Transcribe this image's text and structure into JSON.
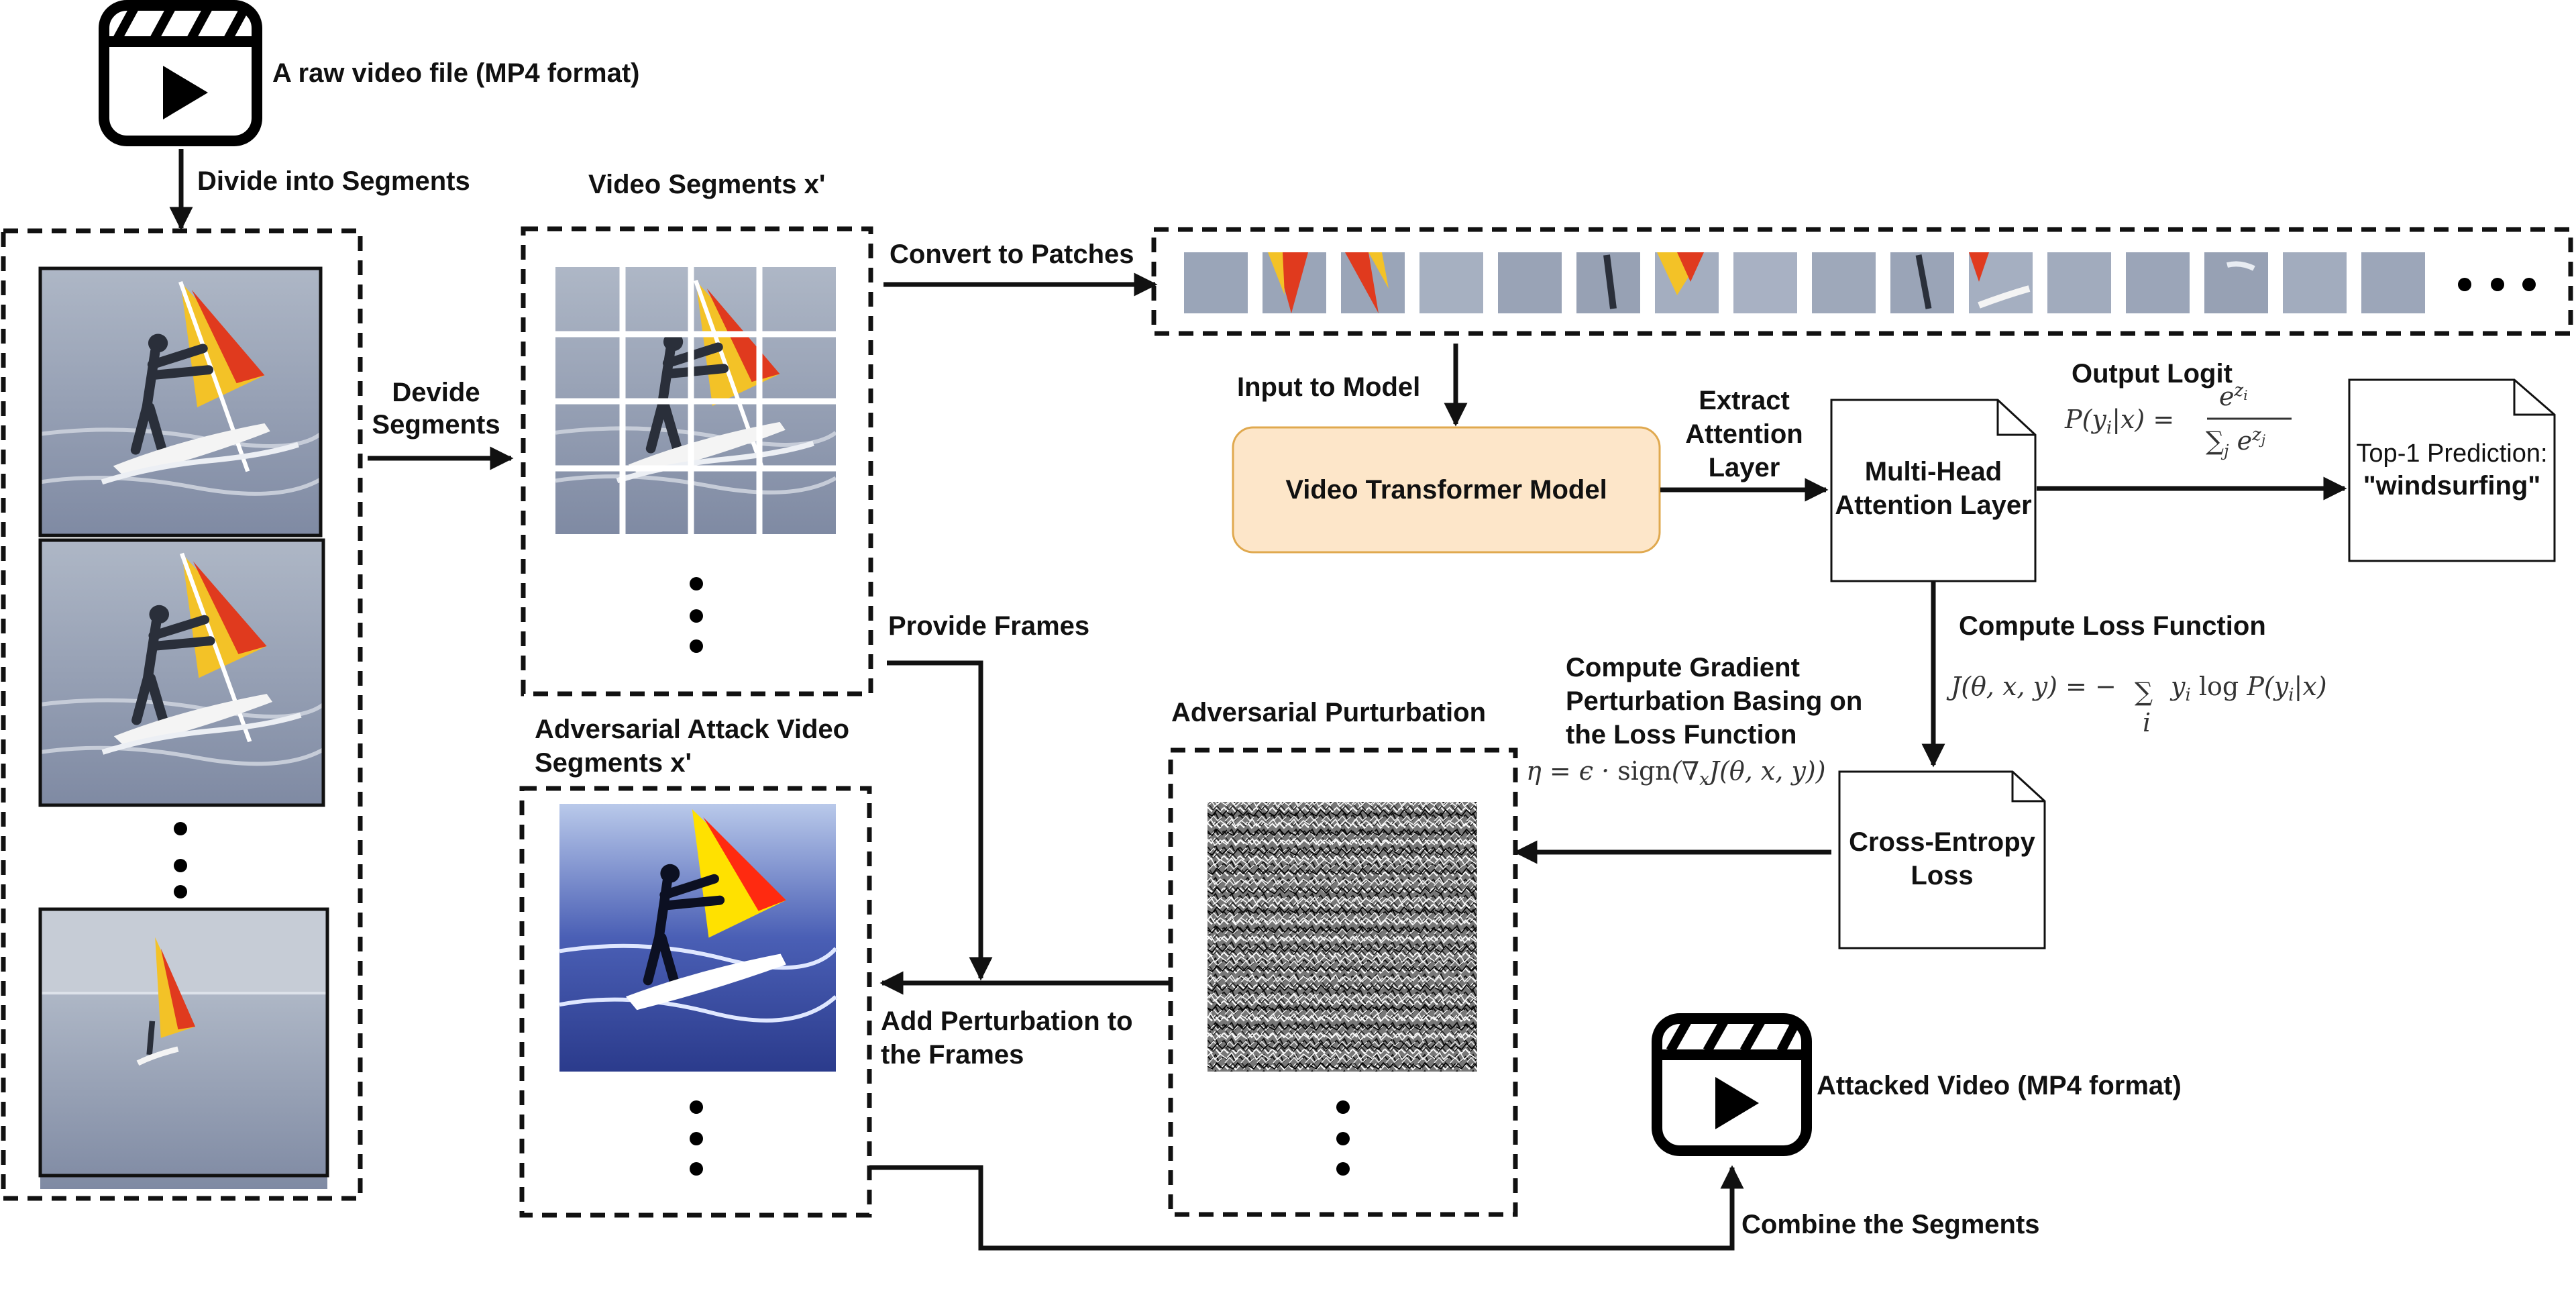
{
  "labels": {
    "raw_video": "A raw video file (MP4 format)",
    "divide_into_segments": "Divide into Segments",
    "devide_line1": "Devide",
    "devide_line2": "Segments",
    "video_segments": "Video Segments x'",
    "convert_to_patches": "Convert to Patches",
    "input_to_model": "Input to Model",
    "video_transformer": "Video Transformer Model",
    "extract_line1": "Extract",
    "extract_line2": "Attention",
    "extract_line3": "Layer",
    "mha_line1": "Multi-Head",
    "mha_line2": "Attention Layer",
    "output_logit": "Output Logit",
    "top1_line1": "Top-1 Prediction:",
    "top1_line2": "\"windsurfing\"",
    "provide_frames": "Provide Frames",
    "compute_loss": "Compute Loss Function",
    "compute_grad_line1": "Compute Gradient",
    "compute_grad_line2": "Perturbation Basing on",
    "compute_grad_line3": "the Loss Function",
    "adv_attack_line1": "Adversarial Attack Video",
    "adv_attack_line2": "Segments x'",
    "adv_perturbation": "Adversarial Purturbation",
    "ce_line1": "Cross-Entropy",
    "ce_line2": "Loss",
    "add_pert_line1": "Add Perturbation to",
    "add_pert_line2": "the Frames",
    "attacked_video": "Attacked Video (MP4 format)",
    "combine": "Combine the Segments"
  },
  "equations": {
    "softmax": "P(yᵢ|x) = e^{zᵢ} / Σⱼ e^{zⱼ}",
    "loss": "J(θ, x, y) = − Σᵢ yᵢ log P(yᵢ|x)",
    "fgsm": "η = ϵ · sign(∇ₓJ(θ, x, y))"
  },
  "colors": {
    "model_fill": "#fde6c9",
    "model_stroke": "#e0a94f",
    "line": "#111111",
    "sail_red": "#e03a1e",
    "sail_yellow": "#f3c227",
    "water": "#8e9bb0"
  }
}
